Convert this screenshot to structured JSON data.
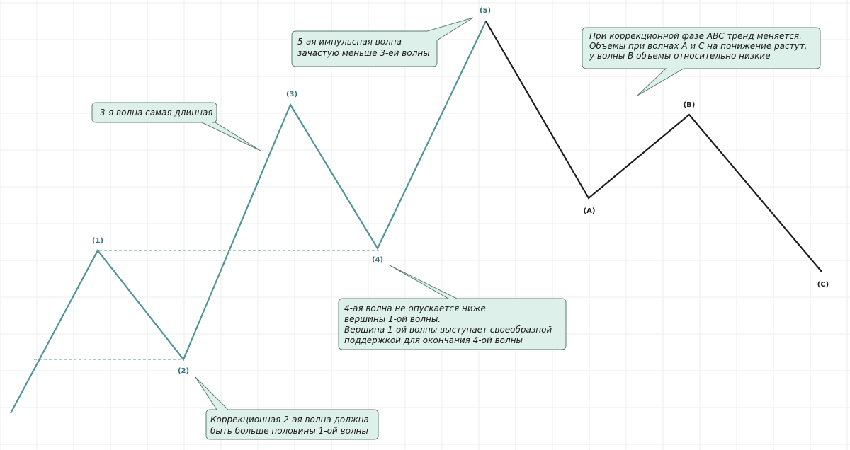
{
  "colors": {
    "impulse_line": "#4e9498",
    "corrective_line": "#1c1c1c",
    "callout_fill": "#ddf0ea",
    "callout_border": "#5b7d74",
    "grid": "#eeeeee",
    "support_dash": "#4e9498"
  },
  "wave_labels": {
    "w1": "(1)",
    "w2": "(2)",
    "w3": "(3)",
    "w4": "(4)",
    "w5": "(5)",
    "wa": "(A)",
    "wb": "(B)",
    "wc": "(C)"
  },
  "callouts": {
    "wave3": [
      "3-я волна самая длинная"
    ],
    "wave5": [
      "5-ая импульсная волна",
      "зачастую меньше 3-ей волны"
    ],
    "abc": [
      "При коррекционной фазе АВС тренд меняется.",
      "Объемы при волнах А и С на понижение растут,",
      "у волны В объемы относительно низкие"
    ],
    "wave4": [
      "4-ая волна не опускается ниже",
      "вершины 1-ой волны.",
      "Вершина 1-ой волны выступает своеобразной",
      "поддержкой для окончания 4-ой волны"
    ],
    "wave2": [
      "Коррекционная 2-ая волна должна",
      "быть больше половины 1-ой волны"
    ]
  }
}
